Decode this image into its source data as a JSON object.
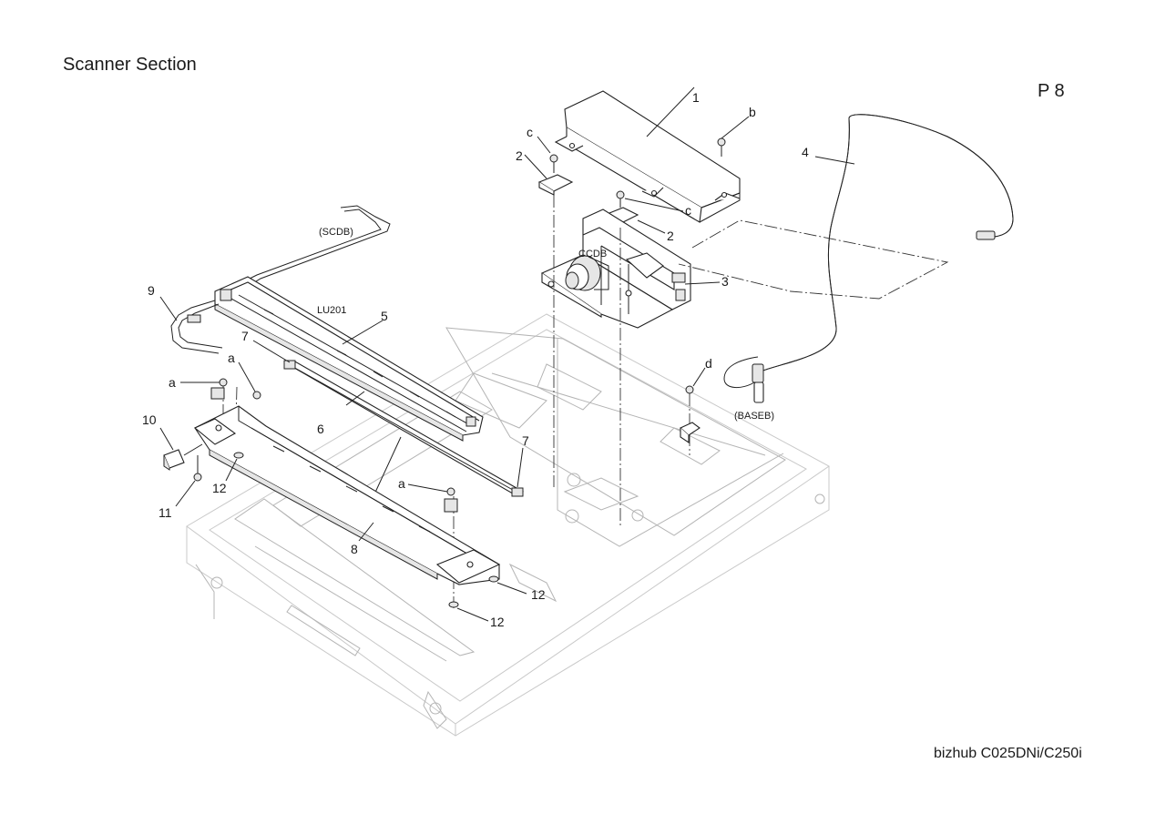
{
  "header": {
    "title": "Scanner Section",
    "page": "P 8"
  },
  "footer": {
    "model": "bizhub C025DNi/C250i"
  },
  "callouts": {
    "n1": "1",
    "n2a": "2",
    "n2b": "2",
    "n3": "3",
    "n4": "4",
    "n5": "5",
    "n6": "6",
    "n7a": "7",
    "n7b": "7",
    "n8": "8",
    "n9": "9",
    "n10": "10",
    "n11": "11",
    "n12a": "12",
    "n12b": "12",
    "n12c": "12",
    "a1": "a",
    "a2": "a",
    "a3": "a",
    "b": "b",
    "c1": "c",
    "c2": "c",
    "d": "d"
  },
  "component_labels": {
    "scdb": "(SCDB)",
    "ccdb": "CCDB",
    "lu201": "LU201",
    "baseb": "(BASEB)"
  }
}
